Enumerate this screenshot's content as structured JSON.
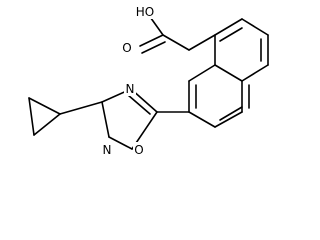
{
  "structure": {
    "atoms": {
      "carboxyl_oh": "HO",
      "carboxyl_o": "O",
      "oxadiazole_n_upper": "N",
      "oxadiazole_n_lower": "N",
      "oxadiazole_o": "O"
    }
  },
  "colors": {
    "bond": "#000000",
    "text": "#000000",
    "background": "#ffffff"
  }
}
